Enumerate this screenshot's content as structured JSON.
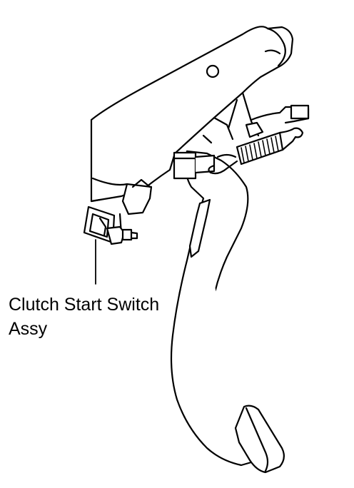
{
  "diagram": {
    "callouts": [
      {
        "target": "clutch-start-switch",
        "label_lines": [
          "Clutch Start Switch",
          "Assy"
        ]
      }
    ]
  }
}
